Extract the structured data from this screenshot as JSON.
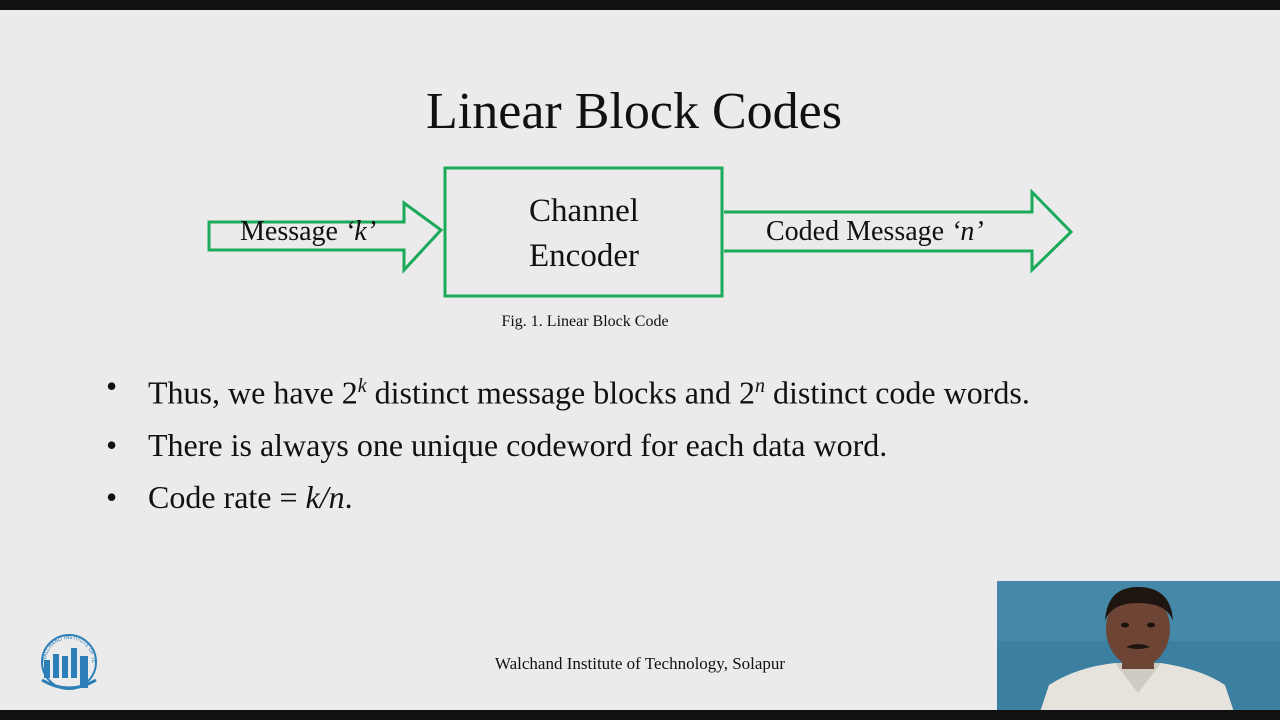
{
  "slide": {
    "title": "Linear Block Codes",
    "diagram": {
      "input_label_text": "Message ",
      "input_label_var": "‘k’",
      "box_line1": "Channel",
      "box_line2": "Encoder",
      "output_label_text": "Coded Message ",
      "output_label_var": "‘n’",
      "stroke_color": "#1aaa5a"
    },
    "caption": "Fig. 1. Linear Block Code",
    "bullets": [
      {
        "dot": "•",
        "part1": "Thus, we have 2",
        "sup1": "k",
        "part2": " distinct message blocks and 2",
        "sup2": "n",
        "part3": " distinct code words."
      },
      {
        "dot": "•",
        "text": "There is always one unique codeword for each data word."
      },
      {
        "dot": "•",
        "part1": "Code rate = ",
        "math": "k/n",
        "part2": "."
      }
    ],
    "footer": "Walchand Institute of Technology, Solapur"
  },
  "logo": {
    "name": "Walchand Institute of Technology logo",
    "ring_text": "WALCHAND INSTITUTE OF TECHNOLOGY",
    "color": "#2d7fb8"
  },
  "webcam": {
    "background": "#3b7fa1"
  }
}
